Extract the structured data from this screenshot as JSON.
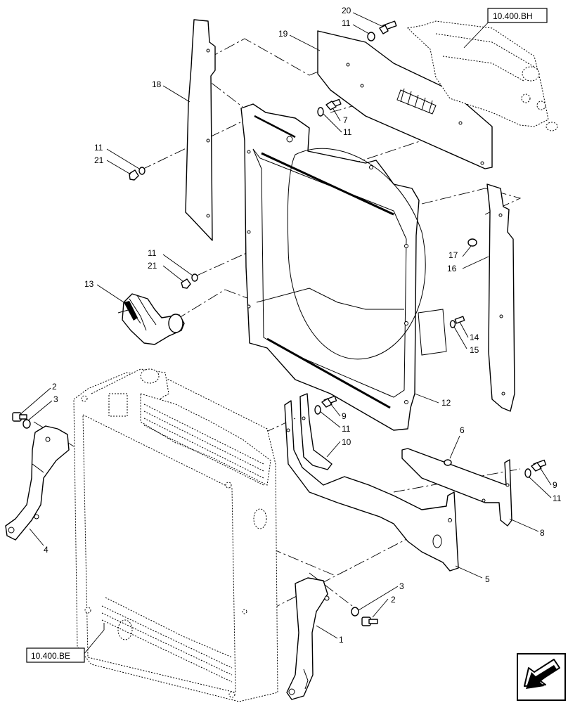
{
  "refs": {
    "top_right": "10.400.BH",
    "bottom_left": "10.400.BE"
  },
  "callouts": {
    "c20": "20",
    "c11a": "11",
    "c19": "19",
    "c18": "18",
    "c7": "7",
    "c11b": "11",
    "c11c": "11",
    "c21a": "21",
    "c11d": "11",
    "c21b": "21",
    "c17": "17",
    "c16": "16",
    "c13": "13",
    "c14": "14",
    "c15": "15",
    "c12": "12",
    "c2a": "2",
    "c3a": "3",
    "c9a": "9",
    "c11e": "11",
    "c10": "10",
    "c6": "6",
    "c4": "4",
    "c9b": "9",
    "c11f": "11",
    "c8": "8",
    "c5": "5",
    "c3b": "3",
    "c2b": "2",
    "c1": "1"
  },
  "nav_icon": "next-page-arrow-icon"
}
